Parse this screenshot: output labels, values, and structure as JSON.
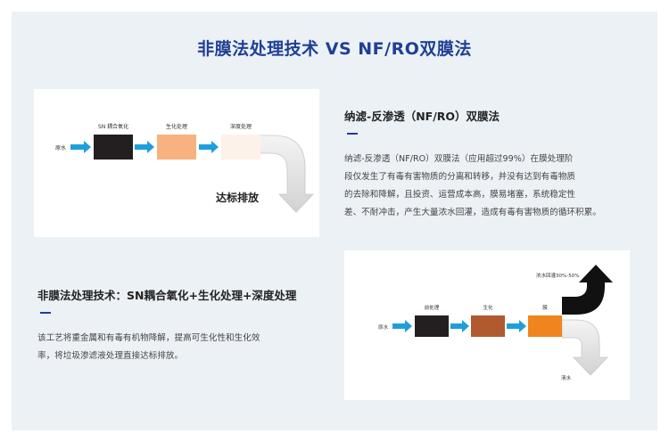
{
  "page": {
    "title": "非膜法处理技术 VS  NF/RO双膜法"
  },
  "nf_ro": {
    "title": "纳滤-反渗透（NF/RO）双膜法",
    "description_lines": [
      "纳滤-反渗透（NF/RO）双膜法（应用超过99%）在膜处理阶",
      "段仅发生了有毒有害物质的分离和转移，并没有达到有毒物质",
      "的去除和降解，且投资、运营成本高，膜易堵塞，系统稳定性",
      "差、不耐冲击，产生大量浓水回灌，造成有毒有害物质的循环积累。"
    ],
    "diagram": {
      "inlet_label": "原水",
      "stage1_label": "前处理",
      "stage2_label": "生化",
      "stage3_label": "膜",
      "reflux_label": "浓水回灌30%-50%",
      "outlet_label": "清水",
      "colors": {
        "stage1": "#231f20",
        "stage2": "#b15a30",
        "stage3": "#f0841f",
        "arrow": "#1e9fdb"
      }
    }
  },
  "sn": {
    "title": "非膜法处理技术：SN耦合氧化+生化处理+深度处理",
    "description_lines": [
      "该工艺将重金属和有毒有机物降解，提高可生化性和生化效",
      "率，将垃圾渗滤液处理直接达标排放。"
    ],
    "diagram": {
      "inlet_label": "原水",
      "stage1_label": "SN 耦合氧化",
      "stage2_label": "生化处理",
      "stage3_label": "深度处理",
      "outlet_label": "达标排放",
      "colors": {
        "stage1": "#231f20",
        "stage2": "#f7b27f",
        "stage3": "#fdf2ea",
        "arrow": "#1e9fdb"
      }
    }
  }
}
